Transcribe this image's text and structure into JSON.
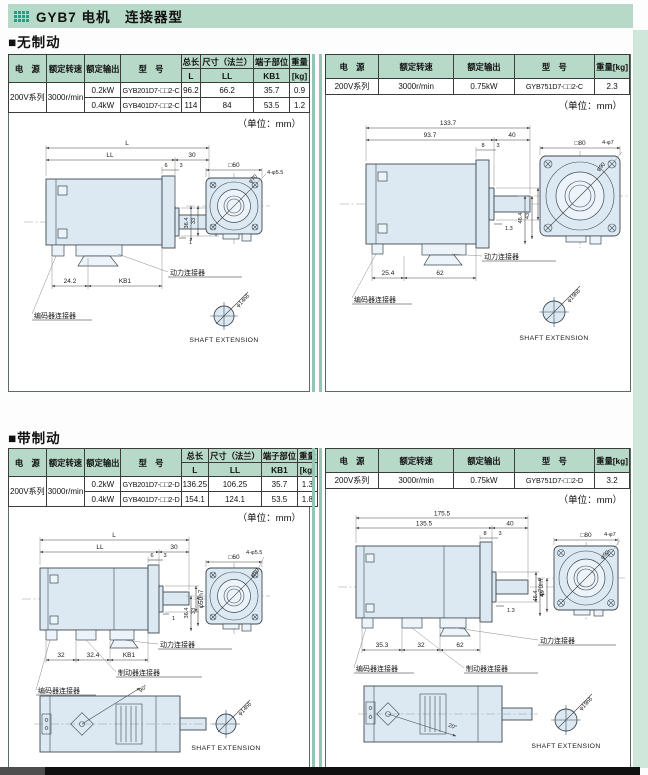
{
  "page": {
    "title": "GYB7 电机　连接器型",
    "unit_note": "（单位：mm）",
    "shaft_extension": "SHAFT EXTENSION",
    "accent_green": "#b7d9c8",
    "drawing_fill": "#dde9f2"
  },
  "sections": {
    "no_brake": "■无制动",
    "brake": "■带制动"
  },
  "table_headers": {
    "power": "电　源",
    "speed": "额定转速",
    "output": "额定输出",
    "model": "型　号",
    "total_len": "总长",
    "total_len_sub": "L",
    "flange_dim": "尺寸（法兰）",
    "flange_dim_sub": "LL",
    "terminal": "端子部位",
    "terminal_sub": "KB1",
    "weight": "重量",
    "weight_sub": "[kg]",
    "weight_kg": "重量[kg]"
  },
  "tables": {
    "nb_left": {
      "rows": [
        {
          "power": "200V系列",
          "speed": "3000r/min",
          "output": "0.2kW",
          "model": "GYB201D7-□□2-C",
          "L": "96.2",
          "LL": "66.2",
          "KB1": "35.7",
          "kg": "0.9"
        },
        {
          "output": "0.4kW",
          "model": "GYB401D7-□□2-C",
          "L": "114",
          "LL": "84",
          "KB1": "53.5",
          "kg": "1.2"
        }
      ]
    },
    "nb_right": {
      "power": "200V系列",
      "speed": "3000r/min",
      "output": "0.75kW",
      "model": "GYB751D7-□□2-C",
      "kg": "2.3"
    },
    "bk_left": {
      "rows": [
        {
          "power": "200V系列",
          "speed": "3000r/min",
          "output": "0.2kW",
          "model": "GYB201D7-□□2-D",
          "L": "136.25",
          "LL": "106.25",
          "KB1": "35.7",
          "kg": "1.3"
        },
        {
          "output": "0.4kW",
          "model": "GYB401D7-□□2-D",
          "L": "154.1",
          "LL": "124.1",
          "KB1": "53.5",
          "kg": "1.8"
        }
      ]
    },
    "bk_right": {
      "power": "200V系列",
      "speed": "3000r/min",
      "output": "0.75kW",
      "model": "GYB751D7-□□2-D",
      "kg": "3.2"
    }
  },
  "labels": {
    "power_conn": "动力连接器",
    "encoder_conn": "编码器连接器",
    "brake_conn": "制动器连接器"
  },
  "drawings": {
    "nb_left": {
      "L": "L",
      "LL": "LL",
      "d30": "30",
      "d6": "6",
      "d3": "3",
      "spigot": "φ50h7",
      "d1": "1",
      "dA": "24.2",
      "dB": "KB1",
      "sq": "□60",
      "bc": "φ70",
      "holes": "4-φ5.5",
      "v1": "36.4",
      "v2": "33",
      "shaft": "φ14h6"
    },
    "nb_right": {
      "L": "133.7",
      "LL": "93.7",
      "d30": "40",
      "d6": "8",
      "d3": "3",
      "spigot": "φ70h7",
      "d1": "1.3",
      "dA": "25.4",
      "dB": "62",
      "sq": "□80",
      "bc": "φ90",
      "holes": "4-φ7",
      "v1": "46.4",
      "v2": "43",
      "shaft": "φ19h6"
    },
    "bk_left": {
      "L": "L",
      "LL": "LL",
      "d30": "30",
      "d6": "6",
      "d3": "3",
      "spigot": "φ50h7",
      "d1": "1",
      "dA": "32",
      "dB": "32.4",
      "dC": "KB1",
      "sq": "□60",
      "bc": "φ70",
      "holes": "4-φ5.5",
      "v1": "36.4",
      "v2": "33",
      "angle": "90°",
      "shaft": "φ14h6"
    },
    "bk_right": {
      "L": "175.5",
      "LL": "135.5",
      "d30": "40",
      "d6": "8",
      "d3": "3",
      "spigot": "φ70h7",
      "d1": "1.3",
      "dA": "35.3",
      "dB": "32",
      "dC": "62",
      "sq": "□80",
      "bc": "φ90",
      "holes": "4-φ7",
      "v1": "46.4",
      "v2": "43",
      "angle": "20°",
      "shaft": "φ19h6"
    }
  }
}
